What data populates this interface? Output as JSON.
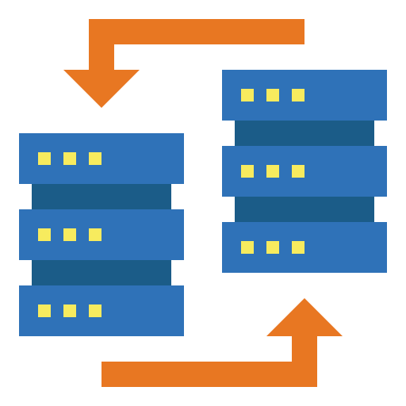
{
  "icon": {
    "name": "server-data-transfer-icon",
    "colors": {
      "arrow": "#E87722",
      "rack_unit": "#2F72B8",
      "rack_spacer": "#1B5C88",
      "led": "#F7EB5E",
      "background": "#FFFFFF"
    },
    "servers": [
      {
        "name": "left-server",
        "units": 3,
        "leds_per_unit": 3
      },
      {
        "name": "right-server",
        "units": 3,
        "leds_per_unit": 3
      }
    ],
    "arrows": [
      {
        "name": "top-arrow",
        "direction": "down"
      },
      {
        "name": "bottom-arrow",
        "direction": "up"
      }
    ]
  }
}
